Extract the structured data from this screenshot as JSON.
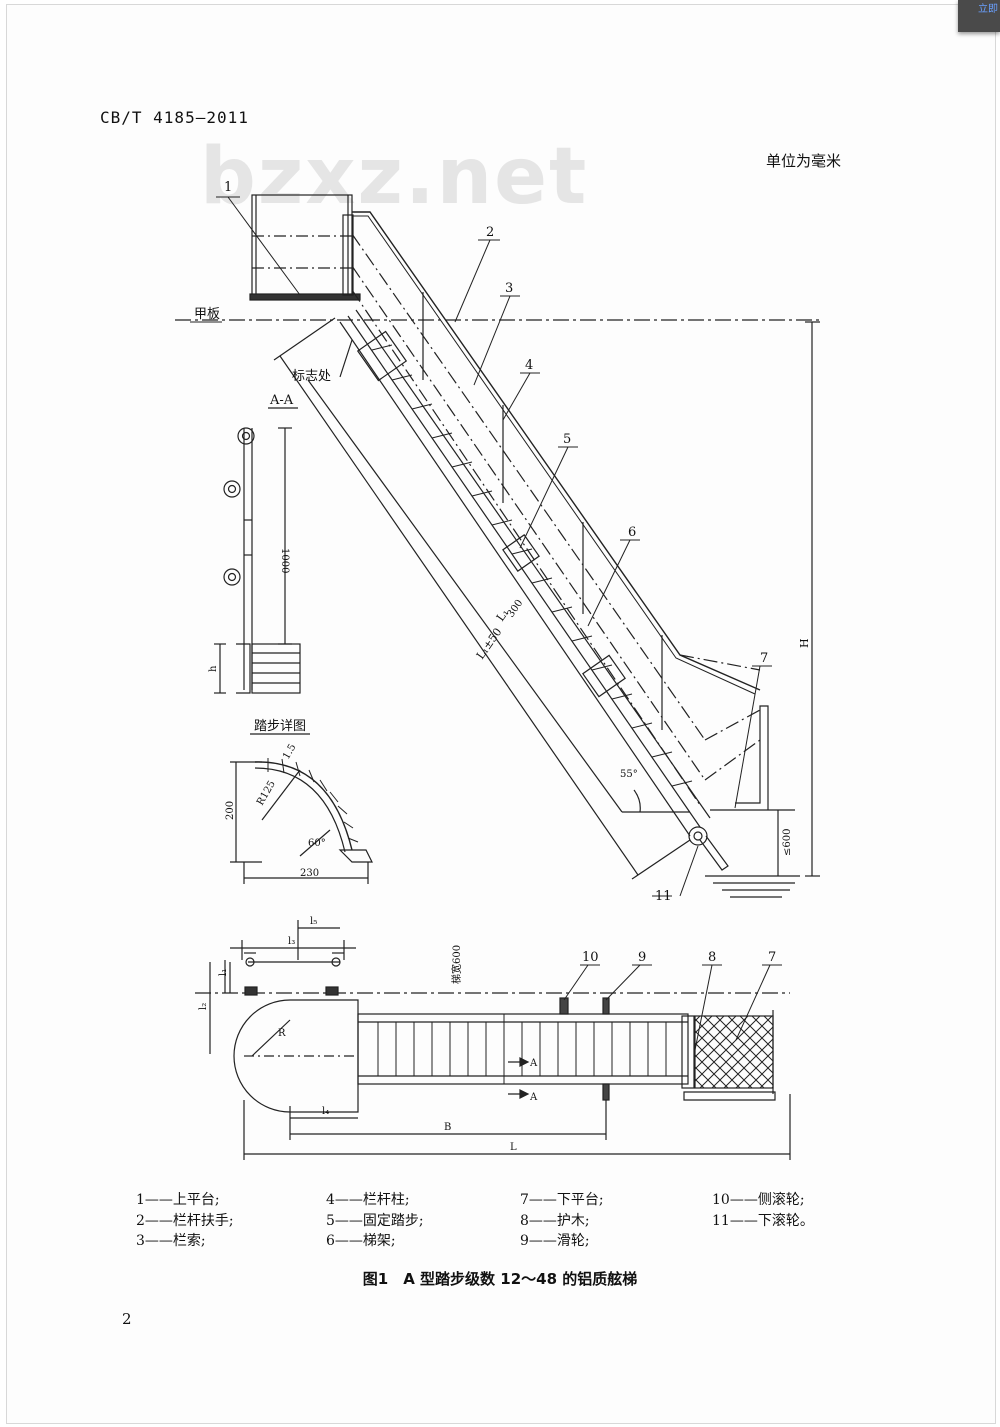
{
  "header": {
    "standard_code": "CB/T 4185—2011",
    "units": "单位为毫米"
  },
  "watermark": "bzxz.net",
  "corner_tab_text": "立即",
  "callouts": {
    "n1": "1",
    "n2": "2",
    "n3": "3",
    "n4": "4",
    "n5": "5",
    "n6": "6",
    "n7": "7",
    "n7b": "7",
    "n8": "8",
    "n9": "9",
    "n10": "10",
    "n11": "11"
  },
  "labels": {
    "deck": "甲板",
    "mark": "标志处",
    "section_aa": "A-A",
    "step_detail": "踏步详图",
    "dim_1000": "1000",
    "dim_h": "h",
    "dim_300": "300",
    "dim_L1": "L₁",
    "dim_L1_50": "L₁±50",
    "dim_H": "H",
    "dim_600": "≤600",
    "angle_55": "55°",
    "r125": "R125",
    "r15": "1.5",
    "dim_200": "200",
    "angle_60": "60°",
    "dim_230": "230",
    "l5": "l₅",
    "l3": "l₃",
    "l1": "l₁",
    "l2": "l₂",
    "R": "R",
    "l4": "l₄",
    "B": "B",
    "L": "L",
    "width_600": "梯宽600",
    "A1": "A",
    "A2": "A"
  },
  "legend": [
    [
      "1——上平台;",
      "4——栏杆柱;",
      "7——下平台;",
      "10——侧滚轮;"
    ],
    [
      "2——栏杆扶手;",
      "5——固定踏步;",
      "8——护木;",
      "11——下滚轮。"
    ],
    [
      "3——栏索;",
      "6——梯架;",
      "9——滑轮;",
      ""
    ]
  ],
  "caption": "图1　A 型踏步级数 12～48 的铝质舷梯",
  "page_number": "2"
}
